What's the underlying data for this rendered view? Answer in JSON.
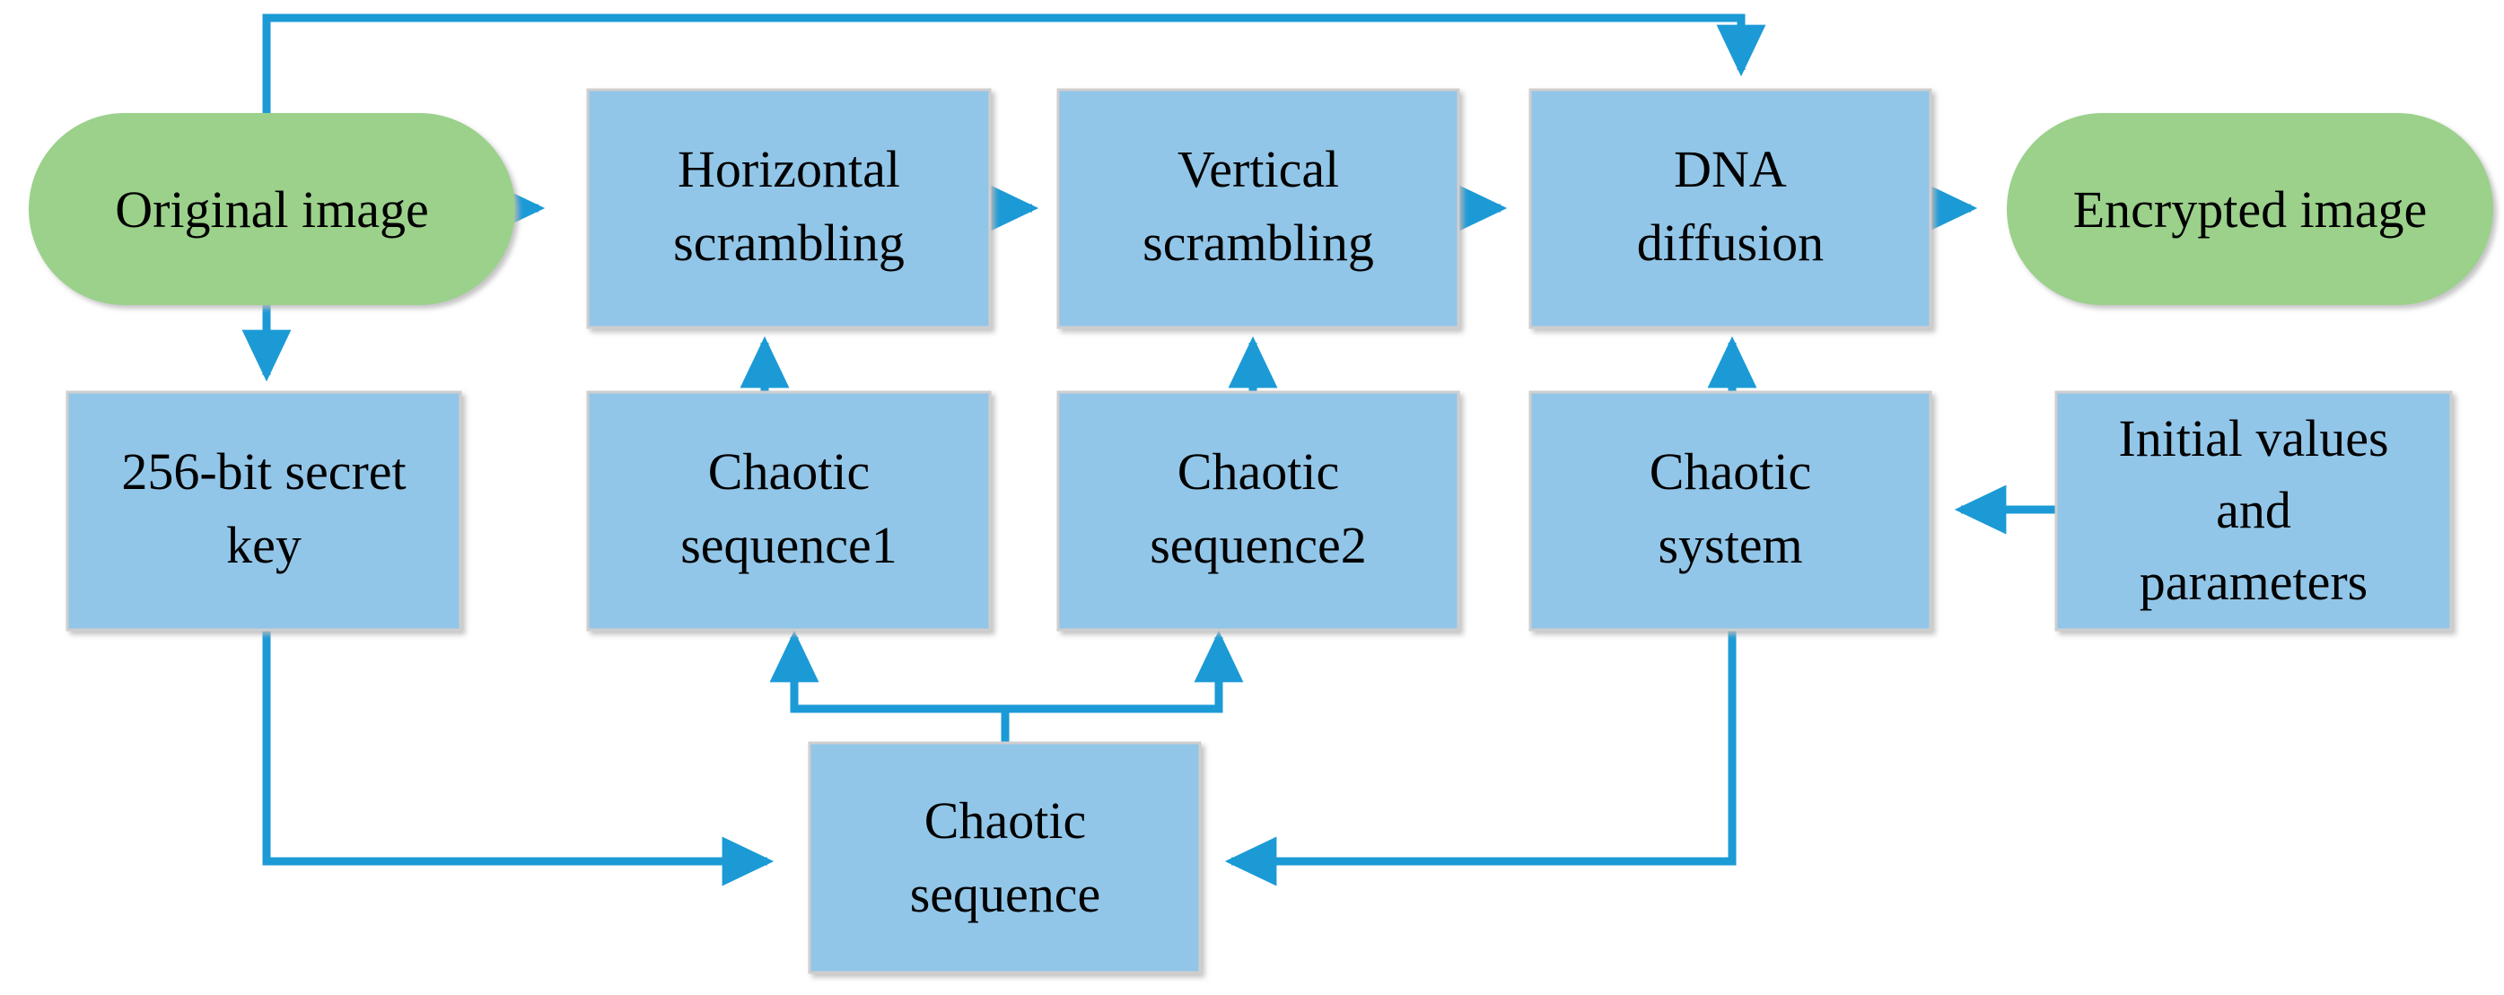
{
  "diagram": {
    "title": "Image encryption scheme flowchart",
    "type": "flowchart",
    "colors": {
      "process_fill": "#92C6E8",
      "terminal_fill": "#9BD18B",
      "connector": "#1B9AD6",
      "node_border": "#D0CECE",
      "text": "#000000",
      "background": "#FFFFFF"
    },
    "nodes": [
      {
        "id": "original-image",
        "shape": "stadium",
        "lines": [
          "Original image"
        ],
        "label": "Original image"
      },
      {
        "id": "horizontal-scrambling",
        "shape": "rect",
        "lines": [
          "Horizontal",
          "scrambling"
        ],
        "label": "Horizontal scrambling"
      },
      {
        "id": "vertical-scrambling",
        "shape": "rect",
        "lines": [
          "Vertical",
          "scrambling"
        ],
        "label": "Vertical scrambling"
      },
      {
        "id": "dna-diffusion",
        "shape": "rect",
        "lines": [
          "DNA",
          "diffusion"
        ],
        "label": "DNA diffusion"
      },
      {
        "id": "encrypted-image",
        "shape": "stadium",
        "lines": [
          "Encrypted image"
        ],
        "label": "Encrypted image"
      },
      {
        "id": "secret-key",
        "shape": "rect",
        "lines": [
          "256-bit secret",
          "key"
        ],
        "label": "256-bit secret key"
      },
      {
        "id": "chaotic-sequence-1",
        "shape": "rect",
        "lines": [
          "Chaotic",
          "sequence1"
        ],
        "label": "Chaotic sequence1"
      },
      {
        "id": "chaotic-sequence-2",
        "shape": "rect",
        "lines": [
          "Chaotic",
          "sequence2"
        ],
        "label": "Chaotic sequence2"
      },
      {
        "id": "chaotic-system",
        "shape": "rect",
        "lines": [
          "Chaotic",
          "system"
        ],
        "label": "Chaotic system"
      },
      {
        "id": "initial-values",
        "shape": "rect",
        "lines": [
          "Initial values",
          "and",
          "parameters"
        ],
        "label": "Initial values and parameters"
      },
      {
        "id": "chaotic-sequence",
        "shape": "rect",
        "lines": [
          "Chaotic",
          "sequence"
        ],
        "label": "Chaotic sequence"
      }
    ],
    "edges": [
      {
        "from": "original-image",
        "to": "horizontal-scrambling"
      },
      {
        "from": "horizontal-scrambling",
        "to": "vertical-scrambling"
      },
      {
        "from": "vertical-scrambling",
        "to": "dna-diffusion"
      },
      {
        "from": "dna-diffusion",
        "to": "encrypted-image"
      },
      {
        "from": "original-image",
        "to": "dna-diffusion"
      },
      {
        "from": "original-image",
        "to": "secret-key"
      },
      {
        "from": "chaotic-sequence-1",
        "to": "horizontal-scrambling"
      },
      {
        "from": "chaotic-sequence-2",
        "to": "vertical-scrambling"
      },
      {
        "from": "chaotic-system",
        "to": "dna-diffusion"
      },
      {
        "from": "initial-values",
        "to": "chaotic-system"
      },
      {
        "from": "secret-key",
        "to": "chaotic-sequence"
      },
      {
        "from": "chaotic-system",
        "to": "chaotic-sequence"
      },
      {
        "from": "chaotic-sequence",
        "to": "chaotic-sequence-1"
      },
      {
        "from": "chaotic-sequence",
        "to": "chaotic-sequence-2"
      }
    ]
  }
}
